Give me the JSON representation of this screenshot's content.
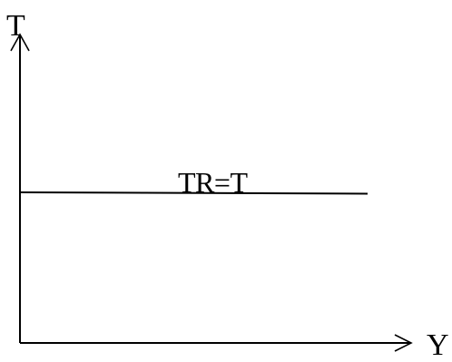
{
  "diagram": {
    "y_axis_label": "T",
    "x_axis_label": "Y",
    "curve_label": "TR=T",
    "line_color": "#000000",
    "background_color": "#ffffff"
  }
}
